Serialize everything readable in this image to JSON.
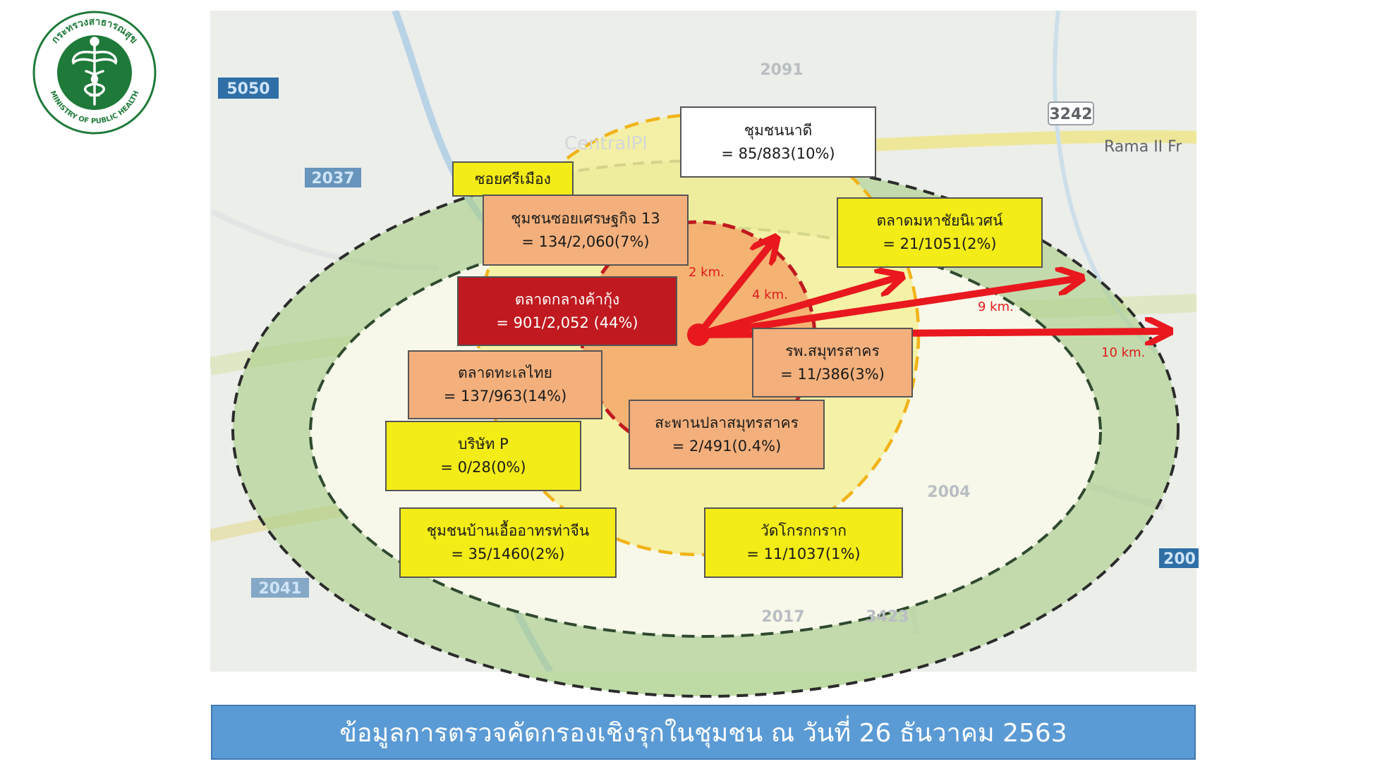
{
  "logo": {
    "text_top": "กระทรวงสาธารณสุข",
    "text_bottom": "MINISTRY OF PUBLIC HEALTH"
  },
  "map": {
    "road_labels": [
      "5050",
      "2037",
      "2091",
      "3242",
      "Rama II Fr",
      "2004",
      "2041",
      "2017",
      "3423",
      "200",
      "CentralPl"
    ]
  },
  "distances": [
    "2 km.",
    "4 km.",
    "9 km.",
    "10 km."
  ],
  "locations": [
    {
      "name": "ชุมชนนาดี",
      "value": "= 85/883(10%)",
      "color": "white"
    },
    {
      "name": "ซอยศรีเมือง",
      "value": "",
      "color": "yellow"
    },
    {
      "name": "ชุมชนซอยเศรษฐกิจ 13",
      "value": "= 134/2,060(7%)",
      "color": "salmon"
    },
    {
      "name": "ตลาดมหาชัยนิเวศน์",
      "value": "= 21/1051(2%)",
      "color": "yellow"
    },
    {
      "name": "ตลาดกลางค้ากุ้ง",
      "value": "= 901/2,052 (44%)",
      "color": "red"
    },
    {
      "name": "รพ.สมุทรสาคร",
      "value": "= 11/386(3%)",
      "color": "salmon"
    },
    {
      "name": "ตลาดทะเลไทย",
      "value": "= 137/963(14%)",
      "color": "salmon"
    },
    {
      "name": "สะพานปลาสมุทรสาคร",
      "value": "= 2/491(0.4%)",
      "color": "salmon"
    },
    {
      "name": "บริษัท P",
      "value": "= 0/28(0%)",
      "color": "yellow"
    },
    {
      "name": "ชุมชนบ้านเอื้ออาทรท่าจีน",
      "value": "= 35/1460(2%)",
      "color": "yellow"
    },
    {
      "name": "วัดโกรกกราก",
      "value": "= 11/1037(1%)",
      "color": "yellow"
    }
  ],
  "banner": "ข้อมูลการตรวจคัดกรองเชิงรุกในชุมชน ณ วันที่ 26 ธันวาคม 2563",
  "colors": {
    "ring_green": "#a9cd87",
    "inner_fill": "#f7f8ea",
    "yellow_zone": "#f5f09a",
    "orange_dash": "#f1b318",
    "red_zone": "#f3a86a",
    "red_dash": "#c0191f",
    "arrow": "#e8181e",
    "banner": "#5b9bd5"
  }
}
